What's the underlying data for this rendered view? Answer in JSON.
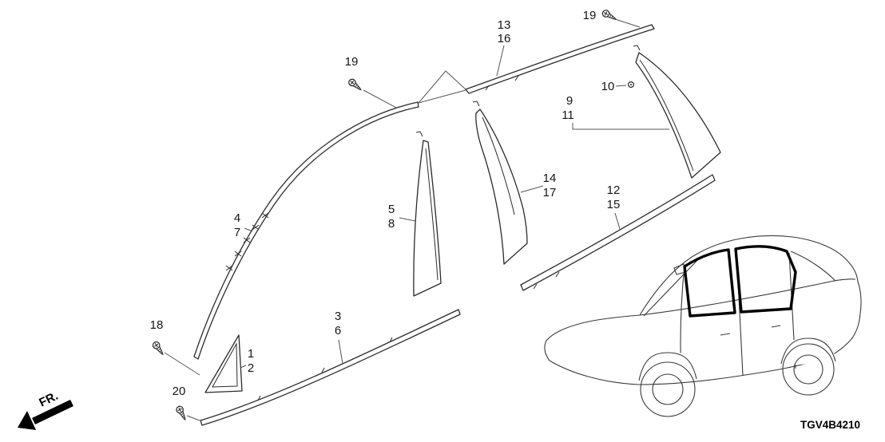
{
  "meta": {
    "diagram_code": "TGV4B4210",
    "fr_label": "FR."
  },
  "callouts": {
    "roof_molding": [
      "13",
      "16"
    ],
    "screw_roof": "19",
    "screw_front_pillar": "19",
    "clip": "10",
    "quarter_garnish": [
      "9",
      "11"
    ],
    "rr_door_center_garnish": [
      "14",
      "17"
    ],
    "rr_door_molding": [
      "12",
      "15"
    ],
    "fr_door_center_garnish": [
      "5",
      "8"
    ],
    "drip_molding": [
      "4",
      "7"
    ],
    "fr_door_molding": [
      "3",
      "6"
    ],
    "screw_corner": "18",
    "corner_garnish": [
      "1",
      "2"
    ],
    "screw_lower": "20"
  }
}
